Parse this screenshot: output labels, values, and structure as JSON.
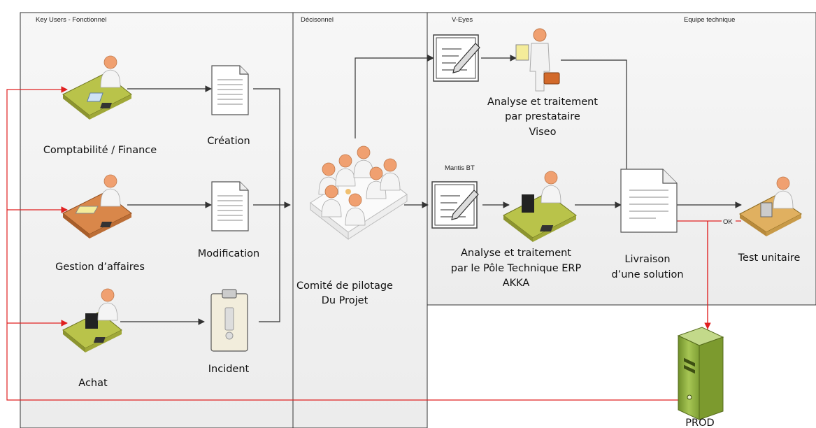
{
  "lanes": {
    "key_users": "Key Users - Fonctionnel",
    "decisionnel": "Décisonnel",
    "v_eyes": "V-Eyes",
    "equipe_technique": "Equipe technique",
    "mantis": "Mantis BT"
  },
  "nodes": {
    "comptabilite": "Comptabilité / Finance",
    "gestion": "Gestion d’affaires",
    "achat": "Achat",
    "creation": "Création",
    "modification": "Modification",
    "incident": "Incident",
    "comite_line1": "Comité de pilotage",
    "comite_line2": "Du Projet",
    "viseo_line1": "Analyse et traitement",
    "viseo_line2": "par prestataire",
    "viseo_line3": "Viseo",
    "akka_line1": "Analyse et traitement",
    "akka_line2": "par le Pôle Technique ERP",
    "akka_line3": "AKKA",
    "livraison_line1": "Livraison",
    "livraison_line2": "d’une solution",
    "test_unitaire": "Test unitaire",
    "prod": "PROD"
  },
  "edge_labels": {
    "ok": "OK"
  },
  "colors": {
    "feedback_line": "#e02020",
    "flow_line": "#333333",
    "lane_fill": "#f3f3f3",
    "desk_green": "#b9c34a",
    "desk_orange": "#d9874a",
    "server_green": "#8fae3c",
    "person_skin": "#f0a070"
  }
}
